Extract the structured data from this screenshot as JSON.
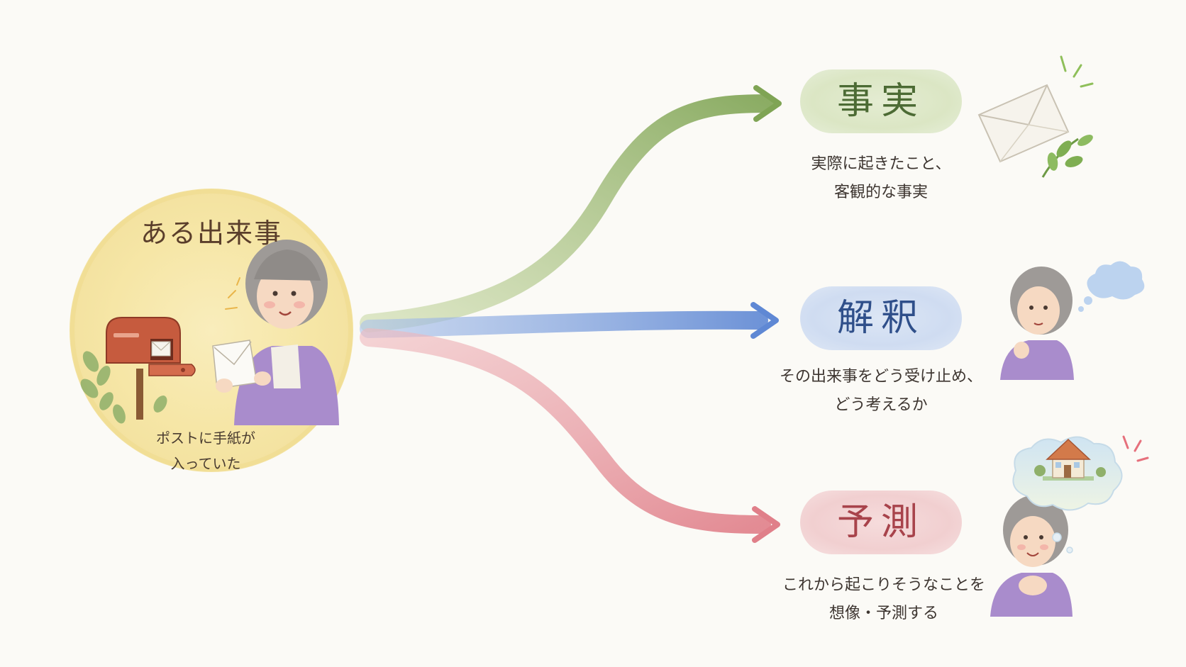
{
  "event": {
    "title": "ある出来事",
    "caption": "ポストに手紙が\n入っていた"
  },
  "branches": [
    {
      "label": "事実",
      "description": "実際に起きたこと、\n客観的な事実",
      "color": "#8fb56a"
    },
    {
      "label": "解釈",
      "description": "その出来事をどう受け止め、\nどう考えるか",
      "color": "#6f94d6"
    },
    {
      "label": "予測",
      "description": "これから起こりそうなことを\n想像・予測する",
      "color": "#e58c94"
    }
  ],
  "colors": {
    "background": "#fbfaf6",
    "event_circle": "#f7e7a8",
    "fact_accent": "#4c6b34",
    "interpretation_accent": "#2f4f8a",
    "prediction_accent": "#a8434b"
  },
  "icons": [
    "mailbox-icon",
    "envelope-icon",
    "leaf-sprig-icon",
    "thought-cloud-icon",
    "house-icon",
    "grandmother-illustration"
  ]
}
